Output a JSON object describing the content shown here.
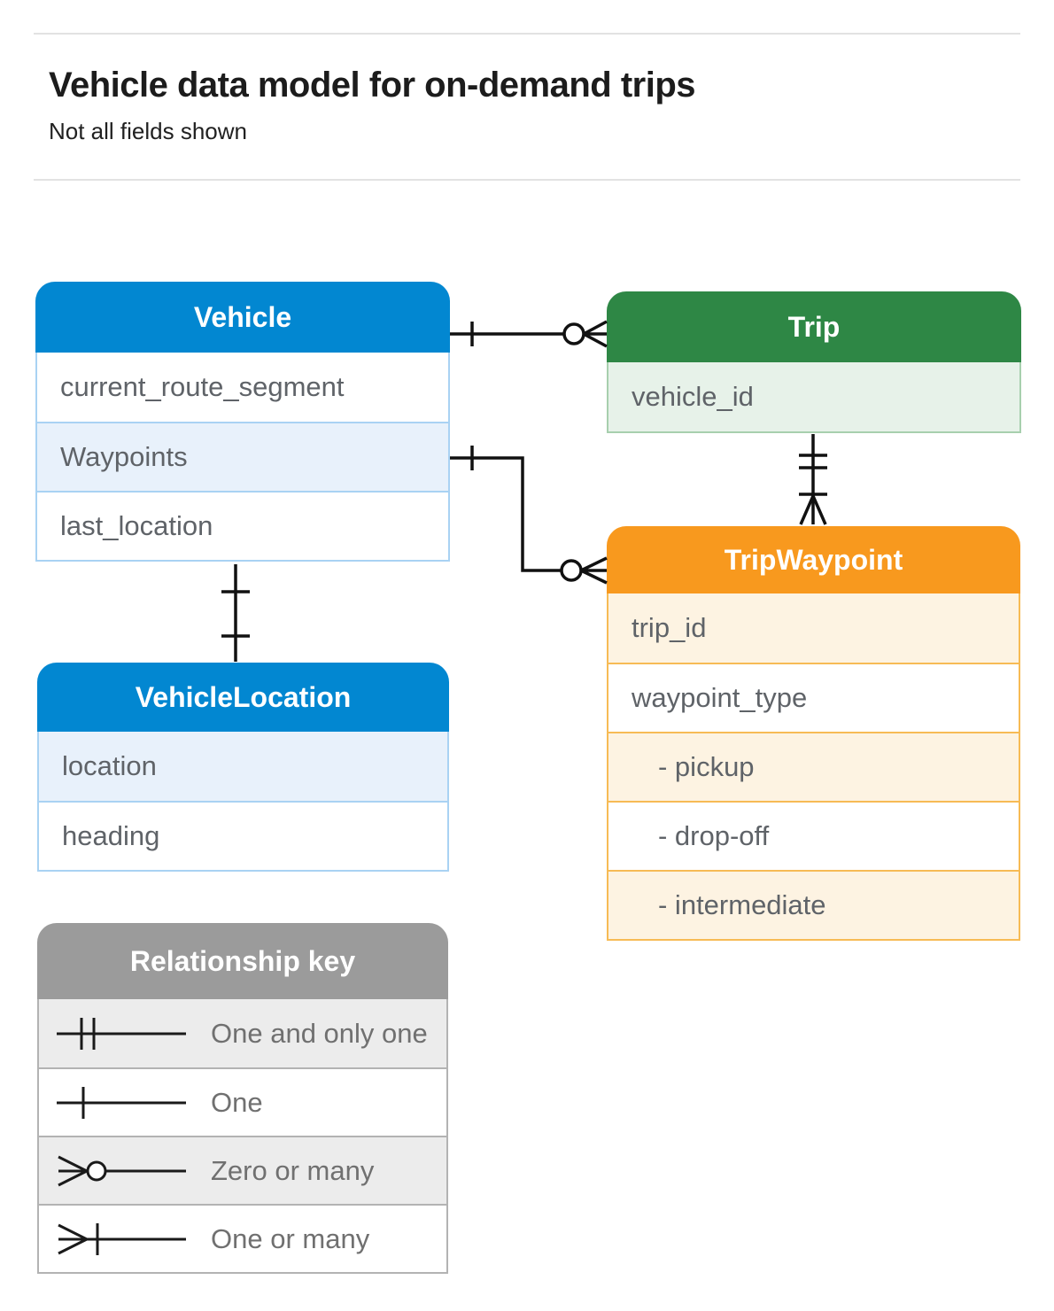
{
  "header": {
    "title": "Vehicle data model for on-demand trips",
    "subtitle": "Not all fields shown"
  },
  "tables": {
    "vehicle": {
      "title": "Vehicle",
      "rows": [
        {
          "label": "current_route_segment",
          "highlighted": false
        },
        {
          "label": "Waypoints",
          "highlighted": true
        },
        {
          "label": "last_location",
          "highlighted": false
        }
      ]
    },
    "trip": {
      "title": "Trip",
      "rows": [
        {
          "label": "vehicle_id",
          "highlighted": true
        }
      ]
    },
    "trip_waypoint": {
      "title": "TripWaypoint",
      "rows": [
        {
          "label": "trip_id",
          "highlighted": true
        },
        {
          "label": "waypoint_type",
          "highlighted": false
        },
        {
          "label": "- pickup",
          "highlighted": true
        },
        {
          "label": "- drop-off",
          "highlighted": false
        },
        {
          "label": "- intermediate",
          "highlighted": true
        }
      ]
    },
    "vehicle_location": {
      "title": "VehicleLocation",
      "rows": [
        {
          "label": "location",
          "highlighted": true
        },
        {
          "label": "heading",
          "highlighted": false
        }
      ]
    }
  },
  "legend": {
    "title": "Relationship key",
    "items": [
      {
        "symbol": "one-and-only-one",
        "label": "One and only one"
      },
      {
        "symbol": "one",
        "label": "One"
      },
      {
        "symbol": "zero-or-many",
        "label": "Zero or many"
      },
      {
        "symbol": "one-or-many",
        "label": "One or many"
      }
    ]
  },
  "relationships": [
    {
      "from": "Vehicle",
      "to": "Trip",
      "from_cardinality": "one",
      "to_cardinality": "zero-or-many"
    },
    {
      "from": "Vehicle.Waypoints",
      "to": "TripWaypoint",
      "from_cardinality": "one",
      "to_cardinality": "zero-or-many"
    },
    {
      "from": "Trip",
      "to": "TripWaypoint",
      "from_cardinality": "one-and-only-one",
      "to_cardinality": "one-or-many"
    },
    {
      "from": "Vehicle",
      "to": "VehicleLocation",
      "from_cardinality": "one",
      "to_cardinality": "one"
    }
  ],
  "colors": {
    "blue": "#0287d1",
    "blue_row": "#e8f1fb",
    "blue_border": "#a9d2f3",
    "green": "#2e8745",
    "green_row": "#e7f2e9",
    "green_border": "#a7cfae",
    "orange": "#f8991e",
    "orange_row": "#fdf3e2",
    "orange_border": "#f7bb55",
    "gray": "#9b9b9b",
    "gray_row": "#ececec",
    "gray_border": "#b3b3b3",
    "line": "#111111"
  }
}
